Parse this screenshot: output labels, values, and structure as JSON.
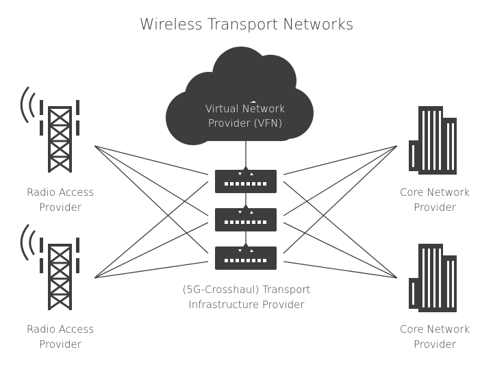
{
  "title": "Wireless Transport Networks",
  "cloud": {
    "line1": "Virtual Network",
    "line2": "Provider (VFN)"
  },
  "radio_access_1": {
    "line1": "Radio Access",
    "line2": "Provider"
  },
  "radio_access_2": {
    "line1": "Radio Access",
    "line2": "Provider"
  },
  "core_network_1": {
    "line1": "Core Network",
    "line2": "Provider"
  },
  "core_network_2": {
    "line1": "Core Network",
    "line2": "Provider"
  },
  "transport": {
    "line1": "(5G-Crosshaul) Transport",
    "line2": "Infrastructure Provider"
  },
  "icons": [
    "radio-tower-icon",
    "cloud-icon",
    "network-switch-icon",
    "office-building-icon"
  ],
  "colors": {
    "icon": "#3d3d3d",
    "text": "#3a3a3a",
    "lines": "#3d3d3d",
    "background": "#ffffff"
  }
}
